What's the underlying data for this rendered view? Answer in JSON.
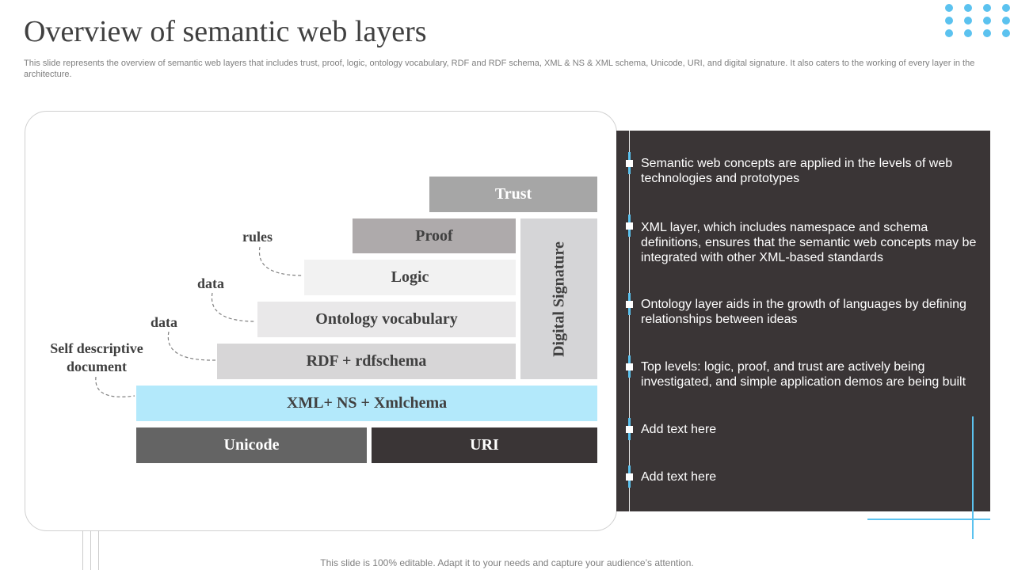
{
  "title": "Overview of semantic web layers",
  "subtitle": "This slide represents the overview of semantic web layers that includes trust, proof, logic, ontology vocabulary, RDF and RDF schema, XML & NS & XML  schema, Unicode, URI, and digital signature. It also caters to the working of every  layer in the architecture.",
  "layers": {
    "trust": "Trust",
    "proof": "Proof",
    "logic": "Logic",
    "ontology": "Ontology vocabulary",
    "rdf": "RDF + rdfschema",
    "xml": "XML+ NS + Xmlchema",
    "unicode": "Unicode",
    "uri": "URI",
    "signature": "Digital Signature"
  },
  "annotations": {
    "rules": "rules",
    "data_upper": "data",
    "data_lower": "data",
    "self_desc_line1": "Self descriptive",
    "self_desc_line2": "document"
  },
  "bullets": [
    "Semantic web concepts are applied in the levels of web technologies and prototypes",
    "XML layer, which includes namespace and schema definitions, ensures that the semantic web concepts may be integrated with other XML-based standards",
    "Ontology layer aids in the growth of languages by defining relationships between ideas",
    "Top levels: logic, proof, and trust are actively being investigated, and simple application demos are being built",
    "Add text here",
    "Add text here"
  ],
  "footer": "This slide is 100% editable. Adapt it to your needs and capture your audience’s attention.",
  "colors": {
    "accent": "#5bc2ef",
    "panel": "#3a3536",
    "trust": "#a6a6a6",
    "proof": "#aeaaab",
    "logic": "#f2f2f2",
    "ontology": "#e9e8e9",
    "rdf": "#d7d6d7",
    "xml": "#b3e9fb",
    "unicode": "#646464",
    "uri": "#3a3536"
  }
}
